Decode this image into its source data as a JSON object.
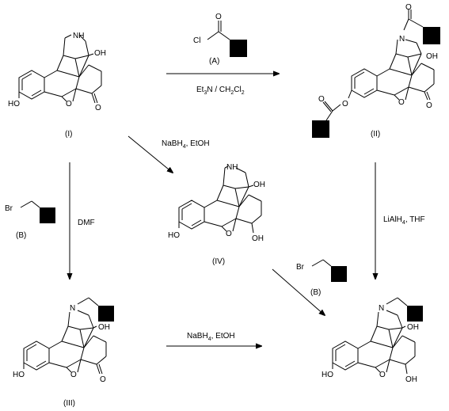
{
  "compounds": {
    "I": {
      "label": "(I)",
      "atoms": {
        "nh": "NH",
        "oh1": "OH",
        "ho": "HO",
        "o_ring": "O",
        "o_ketone": "O"
      }
    },
    "II": {
      "label": "(II)",
      "atoms": {
        "n": "N",
        "o_amide": "O",
        "oh": "OH",
        "o_ester1": "O",
        "o_ester2": "O",
        "o_ring": "O",
        "o_ketone": "O"
      }
    },
    "III": {
      "label": "(III)",
      "atoms": {
        "n": "N",
        "oh": "OH",
        "ho": "HO",
        "o_ring": "O",
        "o_ketone": "O"
      }
    },
    "IV": {
      "label": "(IV)",
      "atoms": {
        "nh": "NH",
        "oh": "OH",
        "ho": "HO",
        "o_ring": "O",
        "oh2": "OH"
      }
    },
    "product": {
      "label": "",
      "atoms": {
        "n": "N",
        "oh": "OH",
        "ho": "HO",
        "o_ring": "O",
        "oh2": "OH"
      }
    }
  },
  "reagents": {
    "A": {
      "label": "(A)",
      "cl": "Cl",
      "o": "O"
    },
    "B_left": {
      "label": "(B)",
      "br": "Br"
    },
    "B_right": {
      "label": "(B)",
      "br": "Br"
    }
  },
  "conditions": {
    "top": {
      "main": "Et",
      "sub1": "3",
      "mid": "N / CH",
      "sub2": "2",
      "mid2": "Cl",
      "sub3": "2"
    },
    "diag": {
      "main": "NaBH",
      "sub": "4",
      "rest": ", EtOH"
    },
    "left": "DMF",
    "right": {
      "main": "LiAlH",
      "sub": "4",
      "rest": ", THF"
    },
    "bottom": {
      "main": "NaBH",
      "sub": "4",
      "rest": ", EtOH"
    }
  }
}
